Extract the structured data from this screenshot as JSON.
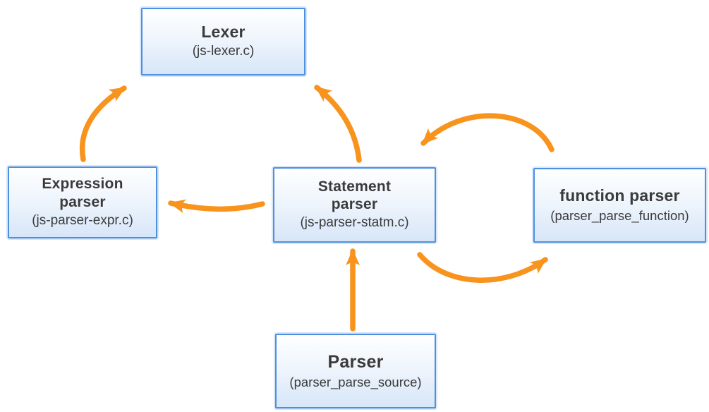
{
  "diagram": {
    "type": "flow-diagram",
    "background": "#FFFFFF",
    "colors": {
      "arrow": "#F8931D",
      "box_border": "#4E90E0",
      "box_fill_top": "#FEFFFF",
      "box_fill_bottom": "#D7E6F8",
      "text": "#3B3B3B"
    },
    "nodes": {
      "lexer": {
        "title": "Lexer",
        "subtitle": "(js-lexer.c)"
      },
      "expression_parser": {
        "title": "Expression\nparser",
        "subtitle": "(js-parser-expr.c)"
      },
      "statement_parser": {
        "title": "Statement\nparser",
        "subtitle": "(js-parser-statm.c)"
      },
      "function_parser": {
        "title": "function parser",
        "subtitle": "(parser_parse_function)"
      },
      "parser": {
        "title": "Parser",
        "subtitle": "(parser_parse_source)"
      }
    },
    "edges": [
      {
        "from": "expression_parser",
        "to": "lexer"
      },
      {
        "from": "statement_parser",
        "to": "lexer"
      },
      {
        "from": "statement_parser",
        "to": "expression_parser"
      },
      {
        "from": "function_parser",
        "to": "statement_parser"
      },
      {
        "from": "statement_parser",
        "to": "function_parser"
      },
      {
        "from": "parser",
        "to": "statement_parser"
      }
    ]
  }
}
